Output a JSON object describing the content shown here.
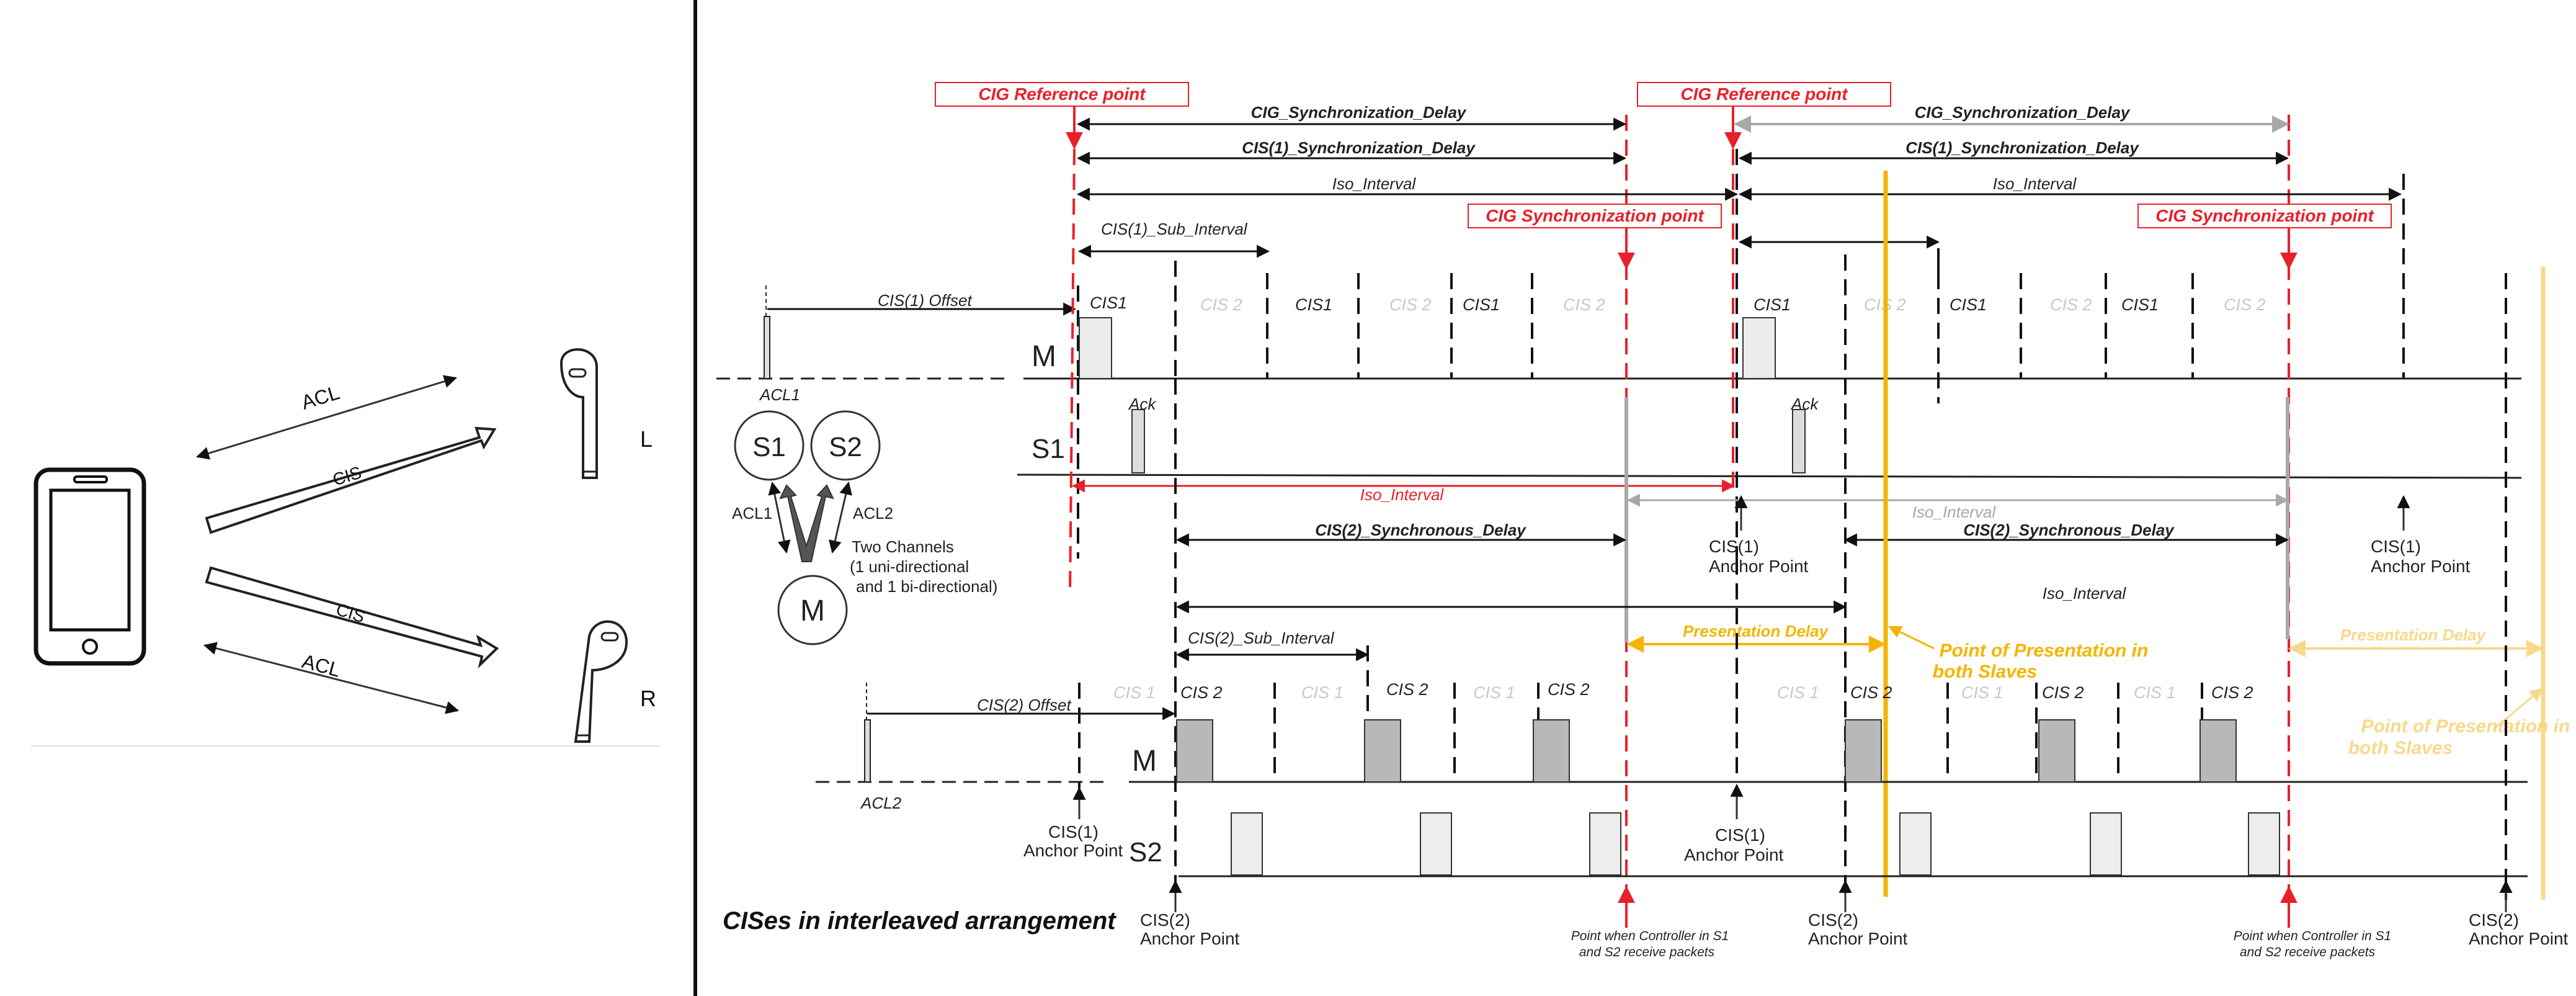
{
  "left_panel": {
    "acl_top": "ACL",
    "cis_top": "CIS",
    "cis_bottom": "CIS",
    "acl_bottom": "ACL",
    "ear_left": "L",
    "ear_right": "R"
  },
  "legend_left": {
    "acl1_label": "ACL1",
    "s1": "S1",
    "s2": "S2",
    "m": "M",
    "acl1_link": "ACL1",
    "acl2_link": "ACL2",
    "channels_line1": "Two Channels",
    "channels_line2": "(1 uni-directional",
    "channels_line3": "and 1 bi-directional)",
    "acl2_label": "ACL2"
  },
  "title": "CISes in interleaved arrangement",
  "upper": {
    "cig_ref_1": "CIG Reference point",
    "cig_ref_2": "CIG Reference point",
    "cig_sync_delay_1": "CIG_Synchronization_Delay",
    "cig_sync_delay_2": "CIG_Synchronization_Delay",
    "cis1_sync_delay_1": "CIS(1)_Synchronization_Delay",
    "cis1_sync_delay_2": "CIS(1)_Synchronization_Delay",
    "iso_interval_1": "Iso_Interval",
    "iso_interval_2": "Iso_Interval",
    "cig_sync_point_1": "CIG Synchronization point",
    "cig_sync_point_2": "CIG Synchronization point",
    "cis1_sub_interval": "CIS(1)_Sub_Interval",
    "cis1_offset": "CIS(1) Offset",
    "m": "M",
    "s1": "S1",
    "ack_1": "Ack",
    "ack_2": "Ack",
    "slots_period1": [
      "CIS1",
      "CIS 2",
      "CIS1",
      "CIS 2",
      "CIS1",
      "CIS 2"
    ],
    "slots_period2": [
      "CIS1",
      "CIS 2",
      "CIS1",
      "CIS 2",
      "CIS1",
      "CIS 2"
    ]
  },
  "middle": {
    "iso_interval_red": "Iso_Interval",
    "iso_interval_grey": "Iso_Interval",
    "cis2_sync_delay_1": "CIS(2)_Synchronous_Delay",
    "cis2_sync_delay_2": "CIS(2)_Synchronous_Delay",
    "iso_interval_3": "Iso_Interval",
    "cis1_anchor_1_line1": "CIS(1)",
    "cis1_anchor_1_line2": "Anchor Point",
    "cis1_anchor_2_line1": "CIS(1)",
    "cis1_anchor_2_line2": "Anchor Point",
    "presentation_delay_1": "Presentation Delay",
    "presentation_delay_2": "Presentation Delay",
    "pop_1_line1": "Point of Presentation in",
    "pop_1_line2": "both Slaves",
    "pop_2_line1": "Point of Presentation in",
    "pop_2_line2": "both Slaves"
  },
  "lower": {
    "cis2_sub_interval": "CIS(2)_Sub_Interval",
    "cis2_offset": "CIS(2) Offset",
    "m": "M",
    "s2": "S2",
    "slots_period1": [
      "CIS 1",
      "CIS 2",
      "CIS 1",
      "CIS 2",
      "CIS 1",
      "CIS 2"
    ],
    "slots_period2": [
      "CIS 1",
      "CIS 2",
      "CIS 1",
      "CIS 2",
      "CIS 1",
      "CIS 2"
    ],
    "cis1_anchor_a_line1": "CIS(1)",
    "cis1_anchor_a_line2": "Anchor Point",
    "cis1_anchor_b_line1": "CIS(1)",
    "cis1_anchor_b_line2": "Anchor Point",
    "cis2_anchor_a_line1": "CIS(2)",
    "cis2_anchor_a_line2": "Anchor Point",
    "cis2_anchor_b_line1": "CIS(2)",
    "cis2_anchor_b_line2": "Anchor Point",
    "cis2_anchor_c_line1": "CIS(2)",
    "cis2_anchor_c_line2": "Anchor Point",
    "receive_1_line1": "Point when Controller in S1",
    "receive_1_line2": "and S2 receive packets",
    "receive_2_line1": "Point when Controller in S1",
    "receive_2_line2": "and S2 receive packets"
  },
  "colors": {
    "red": "#e8202a",
    "orange": "#f5b400",
    "orange_light": "#f8d98a",
    "grey": "#a8a8a8",
    "ghost_text": "#c8c8c8",
    "packet_fill": "#b8b8b8",
    "packet_light": "#ededed"
  }
}
